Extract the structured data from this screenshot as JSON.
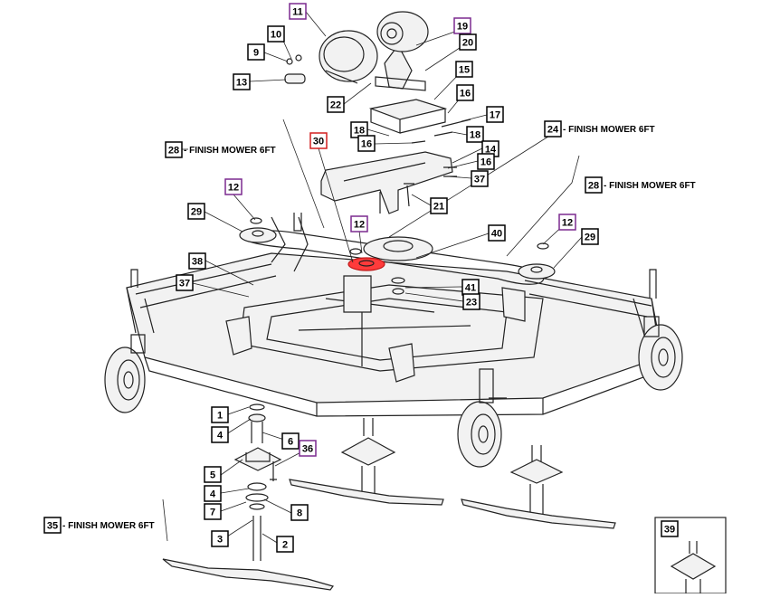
{
  "diagram": {
    "colors": {
      "line": "#222222",
      "callout_border": "#000000",
      "highlight_border": "#d21f1f",
      "alt_border": "#7b2a8f",
      "highlight_fill": "#ff3b3b"
    },
    "callouts": {
      "c11": "11",
      "c19": "19",
      "c10": "10",
      "c20": "20",
      "c9": "9",
      "c15": "15",
      "c13": "13",
      "c16a": "16",
      "c22": "22",
      "c17": "17",
      "c18a": "18",
      "c18b": "18",
      "c16b": "16",
      "c30": "30",
      "c14": "14",
      "c16c": "16",
      "c37a": "37",
      "c12a": "12",
      "c21": "21",
      "c29a": "29",
      "c12b": "12",
      "c40": "40",
      "c12c": "12",
      "c29b": "29",
      "c38": "38",
      "c37b": "37",
      "c41": "41",
      "c23": "23",
      "c1": "1",
      "c4a": "4",
      "c6": "6",
      "c36": "36",
      "c5": "5",
      "c4b": "4",
      "c7": "7",
      "c8": "8",
      "c3": "3",
      "c2": "2",
      "c39": "39",
      "c24": "24",
      "c28a": "28",
      "c28b": "28",
      "c35": "35"
    },
    "labels": {
      "l24": "- FINISH MOWER 6FT",
      "l28a": "- FINISH MOWER 6FT",
      "l28b": "- FINISH MOWER 6FT",
      "l35": "- FINISH MOWER 6FT"
    }
  }
}
